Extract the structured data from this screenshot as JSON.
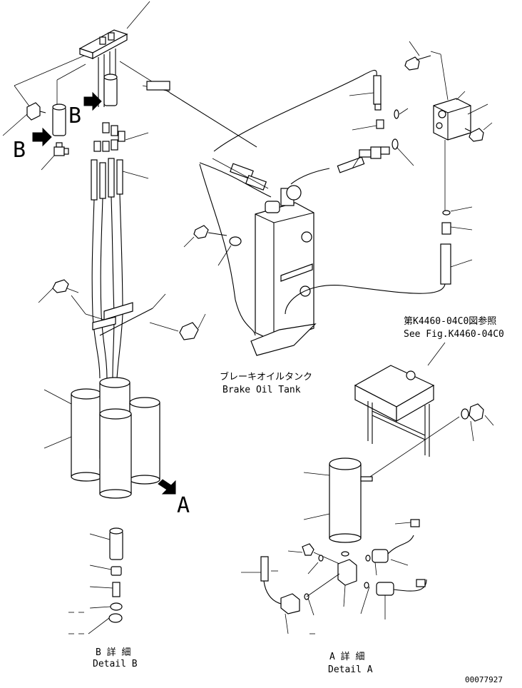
{
  "labels": {
    "tank_jp": "ブレーキオイルタンク",
    "tank_en": "Brake Oil Tank",
    "see_jp": "第K4460-04C0図参照",
    "see_en": "See Fig.K4460-04C0",
    "detail_b_jp": "B 詳 細",
    "detail_b_en": "Detail B",
    "detail_a_jp": "A 詳 細",
    "detail_a_en": "Detail A",
    "view_a": "A",
    "view_b1": "B",
    "view_b2": "B",
    "drawing_no": "00077927"
  }
}
